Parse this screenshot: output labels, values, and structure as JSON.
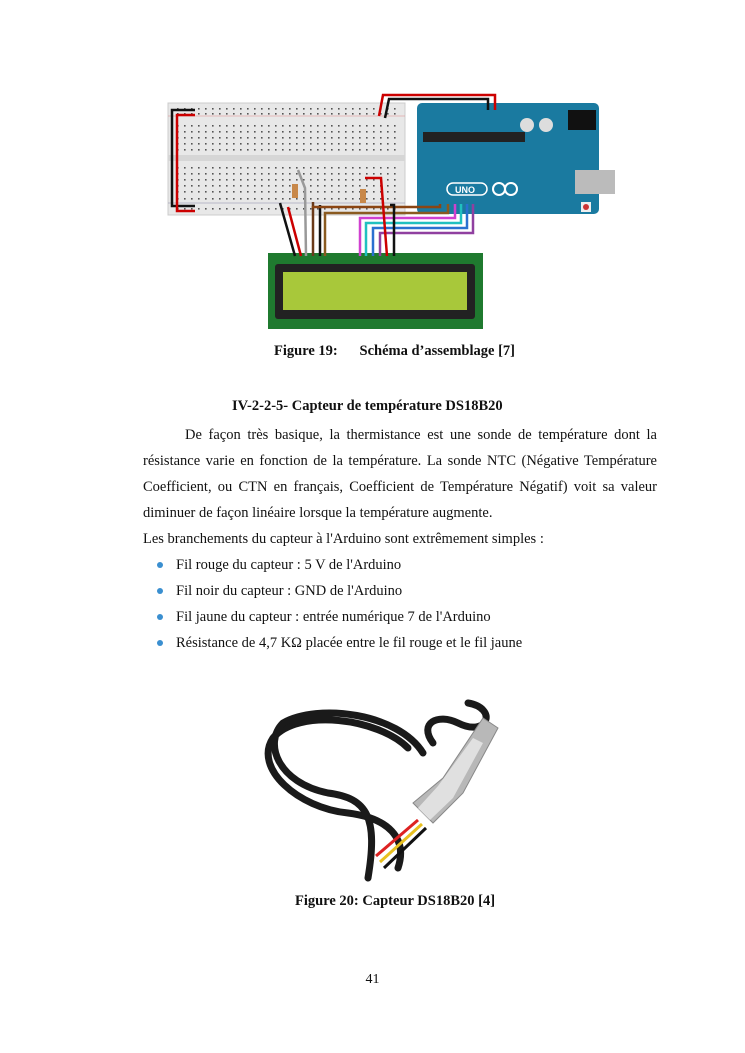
{
  "figure19": {
    "label": "Figure 19:",
    "title": "Schéma d’assemblage [7]"
  },
  "section": {
    "heading": "IV-2-2-5- Capteur de température DS18B20"
  },
  "body": {
    "paragraph1": "De façon très basique, la thermistance est une sonde de température dont la résistance varie en fonction de la température. La sonde NTC (Négative Température Coefficient, ou CTN en français, Coefficient de Température Négatif) voit sa valeur diminuer de façon linéaire lorsque la température augmente.",
    "paragraph2": "Les branchements du capteur à l'Arduino sont extrêmement simples :",
    "bullets": [
      "Fil rouge du capteur : 5 V de l'Arduino",
      "Fil noir du capteur : GND de l'Arduino",
      "Fil jaune du capteur : entrée numérique 7 de l'Arduino",
      "Résistance de 4,7 KΩ placée entre le fil rouge et le fil jaune"
    ]
  },
  "figure20": {
    "caption": "Figure 20: Capteur DS18B20 [4]"
  },
  "page_number": "41",
  "board_logo_text": "UNO"
}
